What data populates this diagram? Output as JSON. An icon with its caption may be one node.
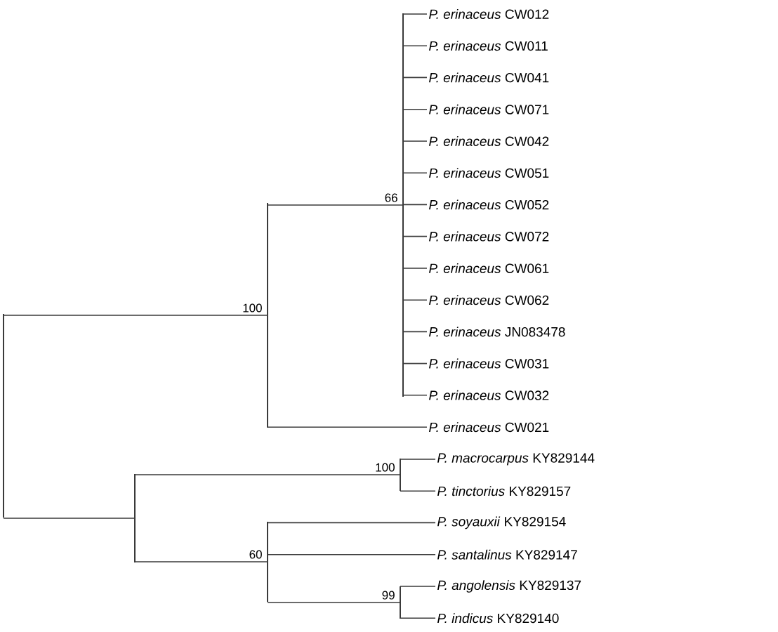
{
  "diagram": {
    "nodes": [
      {
        "text": [],
        "shape": "bar"
      },
      {
        "text": [],
        "shape": "bar",
        "beside": [
          "100"
        ]
      },
      {
        "text": [],
        "shape": "bar",
        "beside": [
          "66"
        ]
      },
      {
        "text": [
          "*P. erinaceus* CW012"
        ]
      },
      {
        "text": [
          "*P. erinaceus* CW011"
        ]
      },
      {
        "text": [
          "*P. erinaceus* CW041"
        ]
      },
      {
        "text": [
          "*P. erinaceus* CW071"
        ]
      },
      {
        "text": [
          "*P. erinaceus* CW042"
        ]
      },
      {
        "text": [
          "*P. erinaceus* CW051"
        ]
      },
      {
        "text": [
          "*P. erinaceus* CW052"
        ]
      },
      {
        "text": [
          "*P. erinaceus* CW072"
        ]
      },
      {
        "text": [
          "*P. erinaceus* CW061"
        ]
      },
      {
        "text": [
          "*P. erinaceus* CW062"
        ]
      },
      {
        "text": [
          "*P. erinaceus* JN083478"
        ]
      },
      {
        "text": [
          "*P. erinaceus* CW031"
        ]
      },
      {
        "text": [
          "*P. erinaceus* CW032"
        ]
      },
      {
        "text": [
          "*P. erinaceus* CW021"
        ]
      },
      {
        "text": [],
        "shape": "bar"
      },
      {
        "text": [],
        "shape": "bar",
        "beside": [
          "100"
        ]
      },
      {
        "text": [
          "*P. macrocarpus* KY829144"
        ]
      },
      {
        "text": [
          "*P. tinctorius* KY829157"
        ]
      },
      {
        "text": [],
        "shape": "bar",
        "beside": [
          "60"
        ]
      },
      {
        "text": [
          "*P. soyauxii* KY829154"
        ]
      },
      {
        "text": [
          "*P. santalinus* KY829147"
        ]
      },
      {
        "text": [],
        "shape": "bar",
        "beside": [
          "99"
        ]
      },
      {
        "text": [
          "*P. angolensis* KY829137"
        ]
      },
      {
        "text": [
          "*P. indicus* KY829140"
        ]
      }
    ],
    "edges": [
      {
        "from": 0,
        "to": 1,
        "arrow": "none"
      },
      {
        "from": 0,
        "to": 17,
        "arrow": "none"
      },
      {
        "from": 1,
        "to": 2,
        "arrow": "none"
      },
      {
        "from": 2,
        "to": 3,
        "arrow": "none"
      },
      {
        "from": 2,
        "to": 4,
        "arrow": "none"
      },
      {
        "from": 2,
        "to": 5,
        "arrow": "none"
      },
      {
        "from": 2,
        "to": 6,
        "arrow": "none"
      },
      {
        "from": 2,
        "to": 7,
        "arrow": "none"
      },
      {
        "from": 2,
        "to": 8,
        "arrow": "none"
      },
      {
        "from": 2,
        "to": 9,
        "arrow": "none"
      },
      {
        "from": 2,
        "to": 10,
        "arrow": "none"
      },
      {
        "from": 2,
        "to": 11,
        "arrow": "none"
      },
      {
        "from": 2,
        "to": 12,
        "arrow": "none"
      },
      {
        "from": 2,
        "to": 13,
        "arrow": "none"
      },
      {
        "from": 2,
        "to": 14,
        "arrow": "none"
      },
      {
        "from": 2,
        "to": 15,
        "arrow": "none"
      },
      {
        "from": 1,
        "to": 16,
        "arrow": "none"
      },
      {
        "from": 17,
        "to": 18,
        "arrow": "none"
      },
      {
        "from": 18,
        "to": 19,
        "arrow": "none"
      },
      {
        "from": 18,
        "to": 20,
        "arrow": "none"
      },
      {
        "from": 17,
        "to": 21,
        "arrow": "none"
      },
      {
        "from": 21,
        "to": 22,
        "arrow": "none"
      },
      {
        "from": 21,
        "to": 23,
        "arrow": "none"
      },
      {
        "from": 21,
        "to": 24,
        "arrow": "none"
      },
      {
        "from": 24,
        "to": 25,
        "arrow": "none"
      },
      {
        "from": 24,
        "to": 26,
        "arrow": "none"
      }
    ]
  }
}
